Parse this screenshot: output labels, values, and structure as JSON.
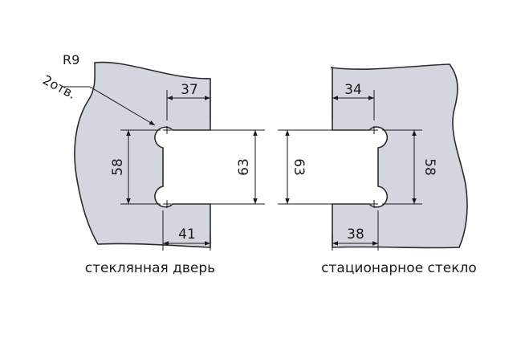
{
  "colors": {
    "glass": "#d3d6de",
    "outline": "#2b2b2b",
    "dimension_line": "#1a1a1a",
    "background": "#ffffff"
  },
  "left_part": {
    "callout_radius": "R9",
    "callout_count": "2отв.",
    "dim_top": "37",
    "dim_vertical_holes": "58",
    "dim_cutout_height": "63",
    "dim_bottom": "41",
    "caption": "стеклянная дверь"
  },
  "right_part": {
    "dim_top": "34",
    "dim_cutout_height": "63",
    "dim_vertical_holes": "58",
    "dim_bottom": "38",
    "caption": "стационарное стекло"
  }
}
